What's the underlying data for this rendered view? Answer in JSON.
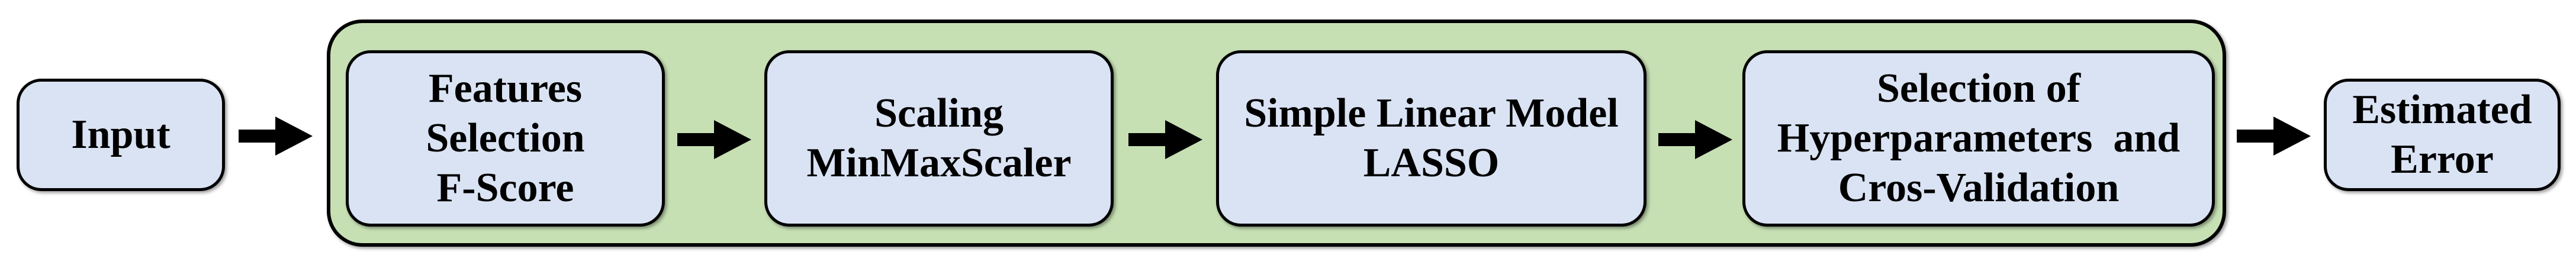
{
  "colors": {
    "background": "#ffffff",
    "node_fill": "#dae3f3",
    "node_border": "#000000",
    "pipeline_fill": "#c6e0b4",
    "arrow": "#000000"
  },
  "nodes": {
    "input": {
      "lines": [
        "Input"
      ]
    },
    "pipeline": [
      {
        "name": "features-selection",
        "lines": [
          "Features",
          "Selection",
          "F-Score"
        ]
      },
      {
        "name": "scaling",
        "lines": [
          "Scaling",
          "MinMaxScaler"
        ]
      },
      {
        "name": "linear-model",
        "lines": [
          "Simple Linear Model",
          "LASSO"
        ]
      },
      {
        "name": "hyperparameter-selection",
        "lines": [
          "Selection of",
          "Hyperparameters  and",
          "Cros-Validation"
        ]
      }
    ],
    "output": {
      "lines": [
        "Estimated",
        "Error"
      ]
    }
  },
  "flow": [
    "input",
    "features-selection",
    "scaling",
    "linear-model",
    "hyperparameter-selection",
    "output"
  ]
}
